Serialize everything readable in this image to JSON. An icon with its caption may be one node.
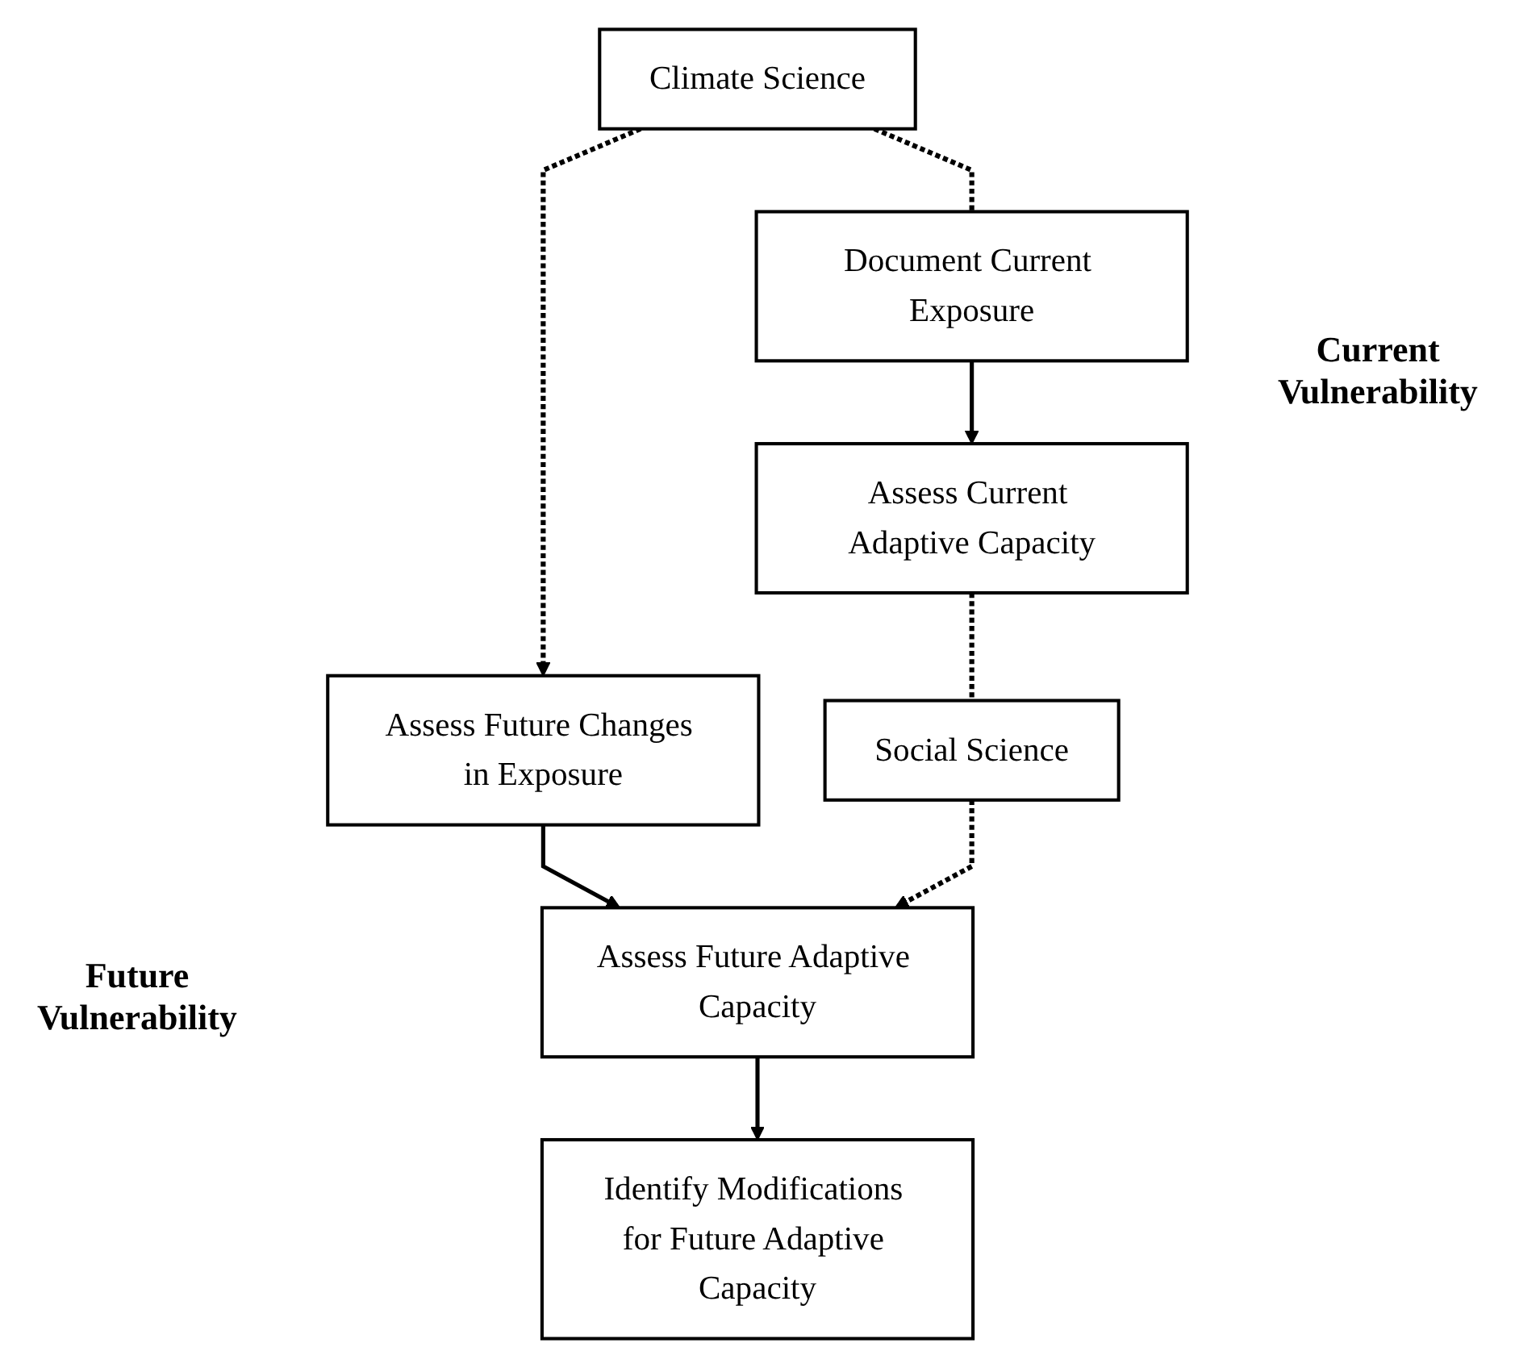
{
  "diagram": {
    "nodes": [
      {
        "text": [
          "Document Current Exposure"
        ]
      },
      {
        "text": [
          "Climate Science"
        ]
      },
      {
        "text": [
          "Assess Current Adaptive Capacity"
        ]
      },
      {
        "text": [
          "Assess Future Changes in Exposure"
        ]
      },
      {
        "text": [
          "Social Science"
        ]
      },
      {
        "text": [
          "Assess Future Adaptive Capacity"
        ]
      },
      {
        "text": [
          "Identify Modifications for Future Adaptive Capacity"
        ]
      }
    ],
    "edges": [
      {
        "from": 0,
        "to": 2,
        "arrow": "to"
      },
      {
        "from": 1,
        "to": 0,
        "arrow": "none",
        "style": "dashed"
      },
      {
        "from": 1,
        "to": 3,
        "arrow": "to",
        "style": "dashed"
      },
      {
        "from": 2,
        "to": 4,
        "arrow": "none",
        "style": "dashed"
      },
      {
        "from": 3,
        "to": 5,
        "arrow": "to"
      },
      {
        "from": 4,
        "to": 5,
        "arrow": "to",
        "style": "dashed"
      },
      {
        "from": 5,
        "to": 6,
        "arrow": "to"
      }
    ],
    "labels": [
      "Current Vulnerability",
      "Future Vulnerability"
    ]
  }
}
